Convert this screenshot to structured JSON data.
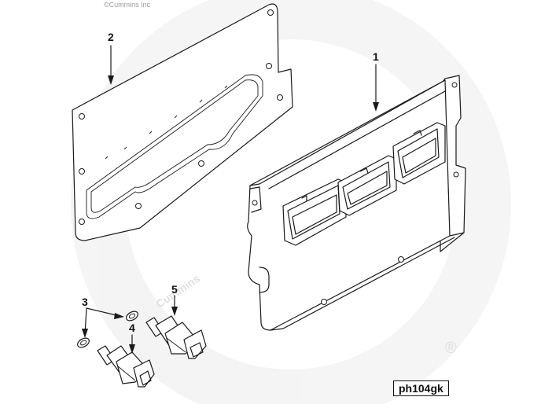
{
  "copyright": "©Cummins Inc",
  "watermark_text": "Cummins",
  "registered_mark": "®",
  "figure_code": "ph104gk",
  "callouts": [
    "1",
    "2",
    "3",
    "4",
    "5"
  ]
}
